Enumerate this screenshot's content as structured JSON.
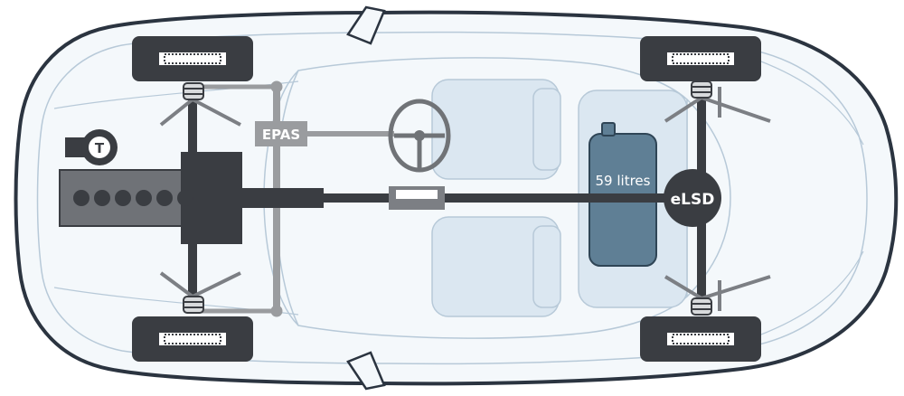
{
  "labels": {
    "epas": "EPAS",
    "fuel_tank": "59 litres",
    "differential": "eLSD",
    "turbo": "T"
  },
  "colors": {
    "body_outline": "#2b3440",
    "body_fill": "#f4f8fb",
    "body_lines": "#b7c9d8",
    "drivetrain": "#3a3d42",
    "drivetrain_light": "#7c7f84",
    "steering": "#9a9c9f",
    "tank": "#5f7f95",
    "tank_stroke": "#2f4556",
    "seat": "#dbe7f1",
    "label_text": "#ffffff"
  },
  "icons": [
    "turbo-icon",
    "steering-wheel-icon",
    "engine-cylinder-icon",
    "wheel-icon",
    "spring-icon"
  ]
}
